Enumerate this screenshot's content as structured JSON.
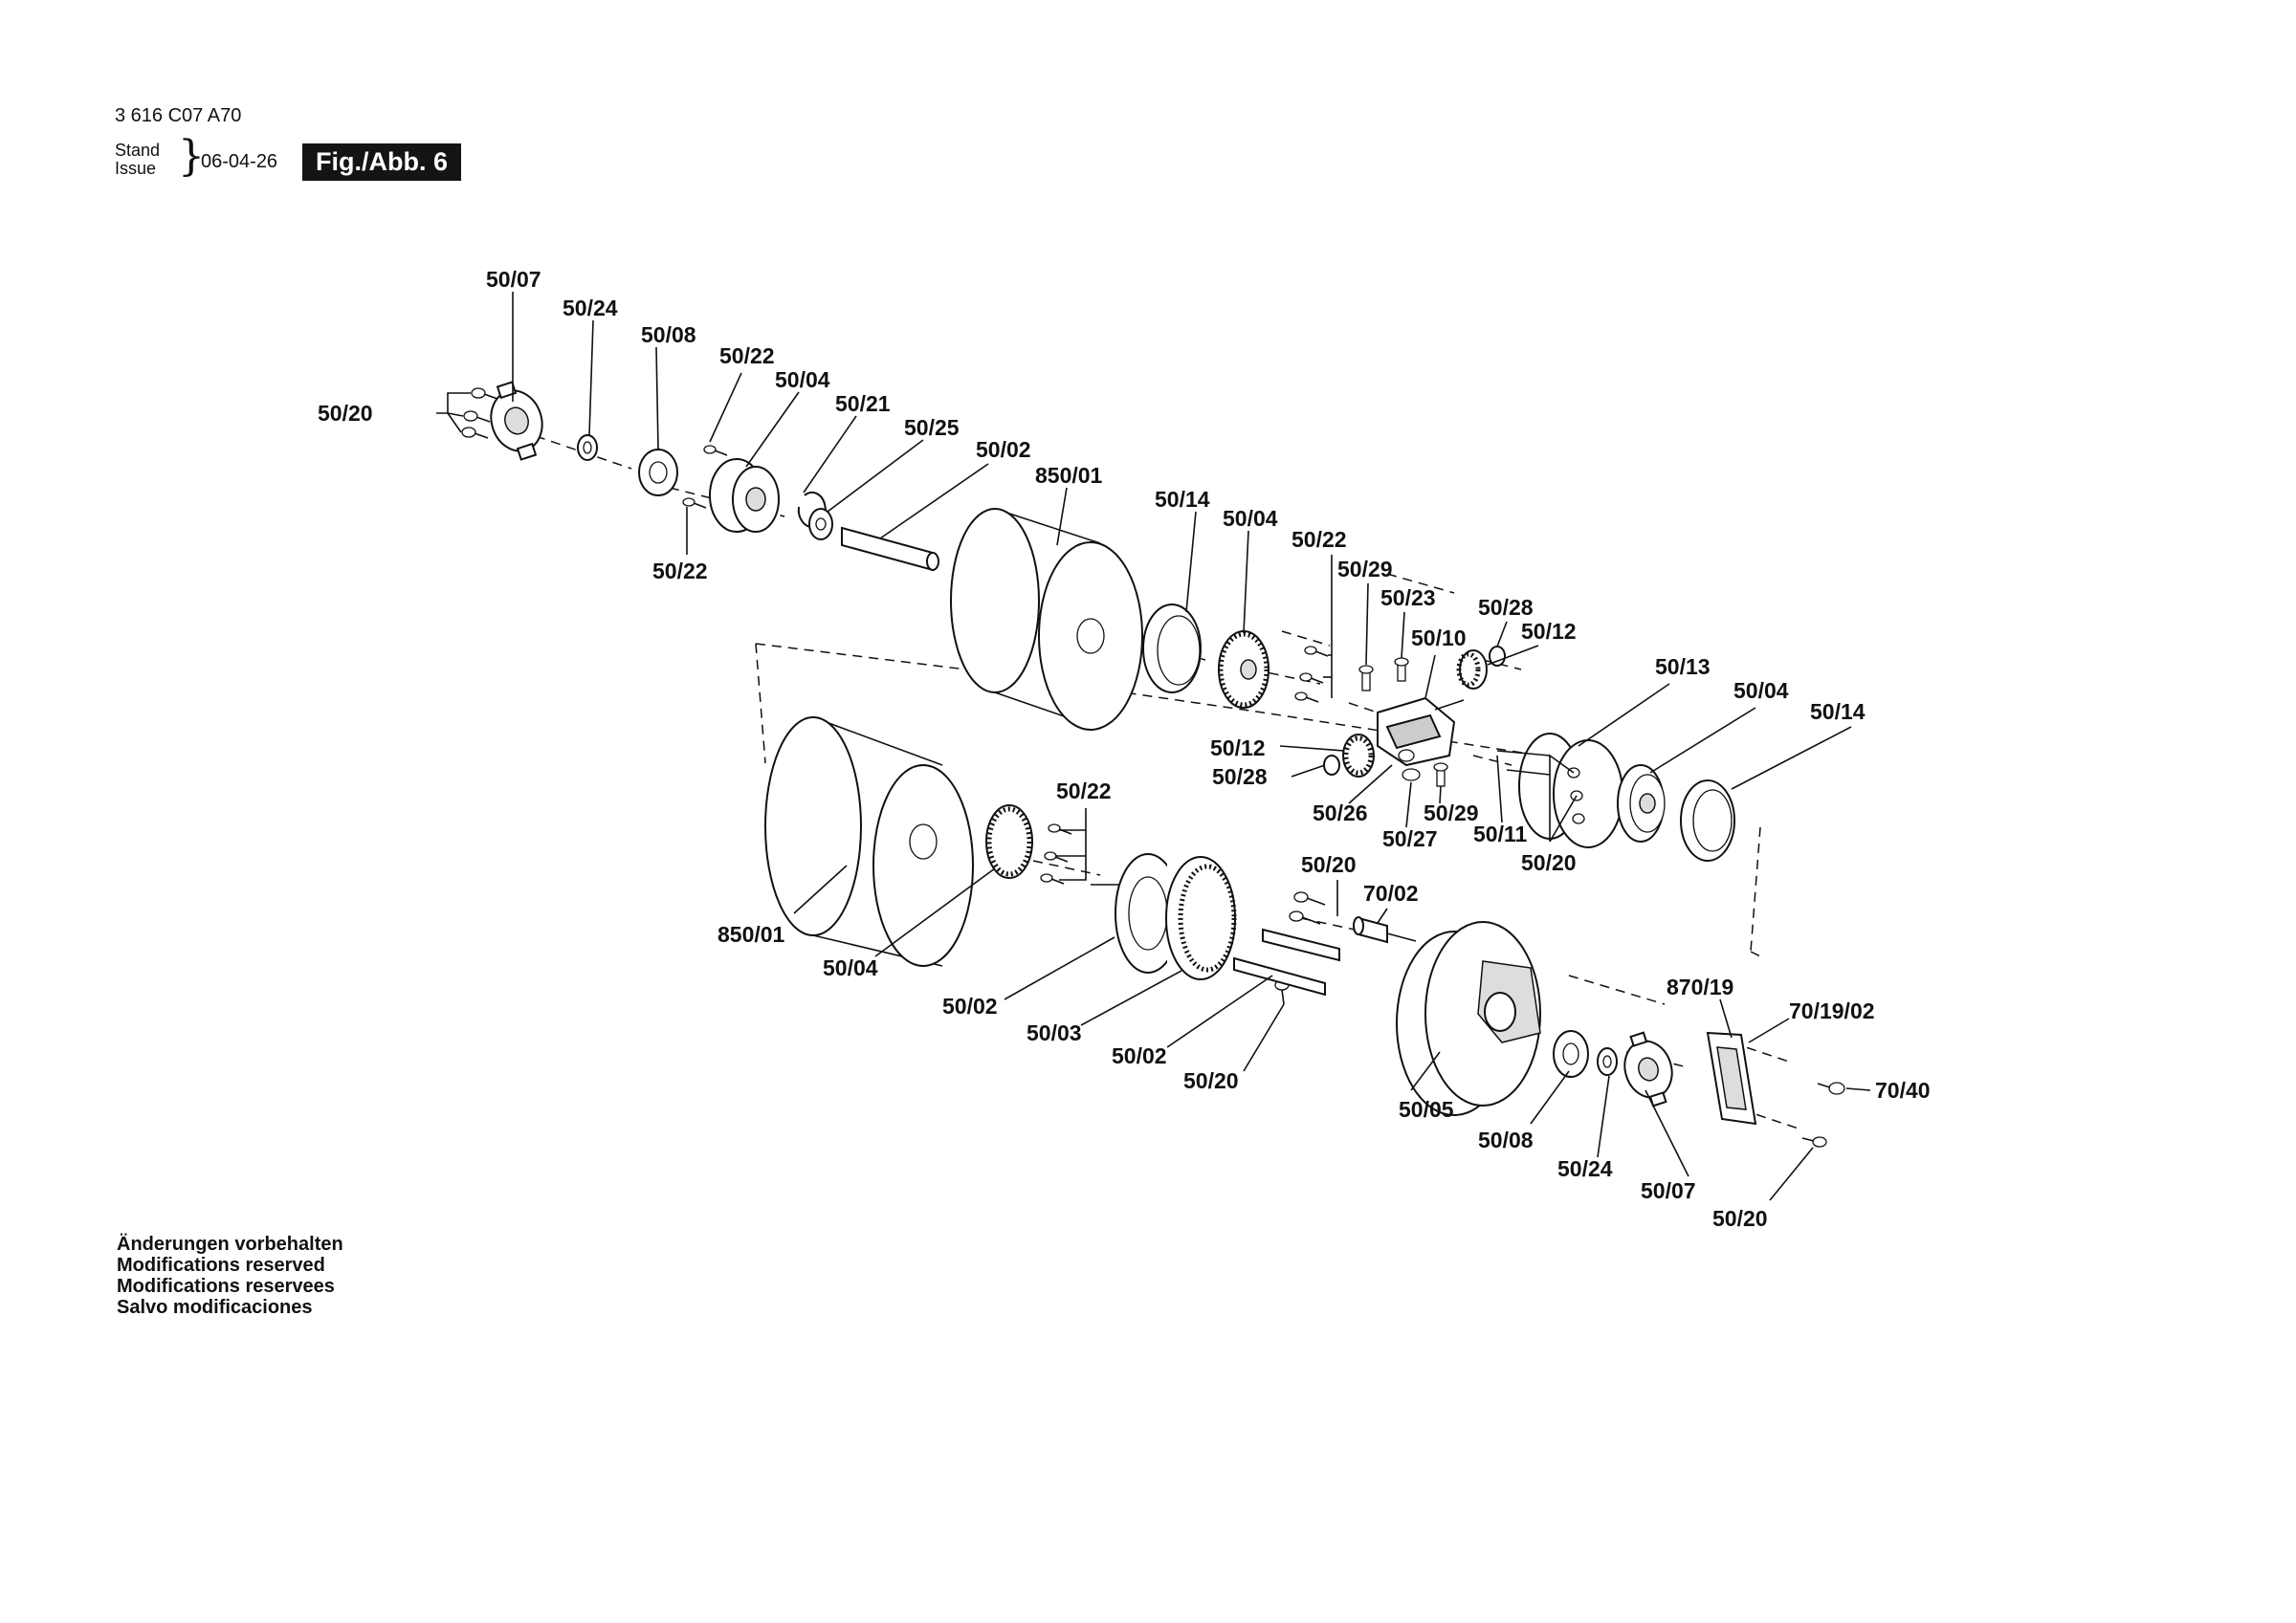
{
  "header": {
    "code": "3 616 C07 A70",
    "stand": "Stand",
    "issue": "Issue",
    "brace": "}",
    "date": "06-04-26",
    "figure": "Fig./Abb. 6"
  },
  "notes": [
    "Änderungen vorbehalten",
    "Modifications reserved",
    "Modifications reservees",
    "Salvo modificaciones"
  ],
  "callouts": {
    "c01": "50/07",
    "c02": "50/24",
    "c03": "50/08",
    "c04": "50/22",
    "c05": "50/04",
    "c06": "50/21",
    "c07": "50/25",
    "c08": "50/02",
    "c09": "850/01",
    "c10": "50/20",
    "c11": "50/22",
    "c12": "50/14",
    "c13": "50/04",
    "c14": "50/22",
    "c15": "50/29",
    "c16": "50/23",
    "c17": "50/28",
    "c18": "50/10",
    "c19": "50/12",
    "c20": "50/13",
    "c21": "50/04",
    "c22": "50/14",
    "c23": "50/12",
    "c24": "50/28",
    "c25": "50/26",
    "c26": "50/29",
    "c27": "50/27",
    "c28": "50/11",
    "c29": "50/20",
    "c30": "50/22",
    "c31": "50/20",
    "c32": "70/02",
    "c33": "850/01",
    "c34": "50/04",
    "c35": "50/02",
    "c36": "50/03",
    "c37": "50/02",
    "c38": "50/20",
    "c39": "870/19",
    "c40": "70/19/02",
    "c41": "70/40",
    "c42": "50/05",
    "c43": "50/08",
    "c44": "50/24",
    "c45": "50/07",
    "c46": "50/20"
  }
}
